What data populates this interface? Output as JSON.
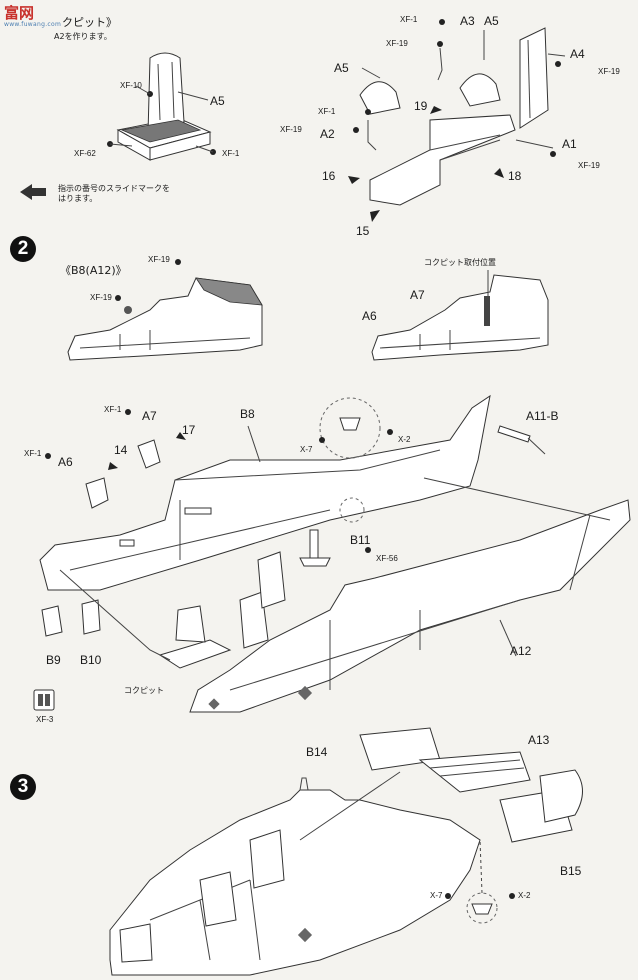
{
  "header": {
    "logo_text": "富网",
    "logo_sub": "www.fuwang.com",
    "title_fragment": "クピット》",
    "subtitle_fragment": "A2を作ります。"
  },
  "steps": [
    "2",
    "3"
  ],
  "note_slide_mark": "指示の番号のスライドマークを\nはります。",
  "step1": {
    "seat_left": {
      "part": "A5",
      "decals": [
        "XF-10",
        "XF-62",
        "XF-1"
      ]
    },
    "parts": [
      "A3",
      "A5",
      "A5",
      "A4",
      "A2",
      "A1"
    ],
    "paints": [
      "XF-1",
      "XF-19",
      "XF-19",
      "XF-1",
      "XF-19",
      "XF-19"
    ],
    "slide_marks": [
      "19",
      "16",
      "18",
      "15"
    ]
  },
  "step2": {
    "variant_label": "《B8(A12)》",
    "variant_paints": [
      "XF-19",
      "XF-19"
    ],
    "install_label": "コクピット取付位置",
    "right_parts": [
      "A7",
      "A6"
    ],
    "main_parts": [
      "A7",
      "B8",
      "A11-B",
      "A6",
      "B11",
      "A12",
      "B9",
      "B10"
    ],
    "main_paints": [
      "XF-1",
      "XF-1",
      "X-7",
      "X-2",
      "XF-56",
      "XF-3"
    ],
    "main_marks": [
      "17",
      "14"
    ],
    "cockpit_label": "コクピット"
  },
  "step3": {
    "parts": [
      "B14",
      "A13",
      "B15"
    ],
    "paints": [
      "X-7",
      "X-2"
    ]
  }
}
